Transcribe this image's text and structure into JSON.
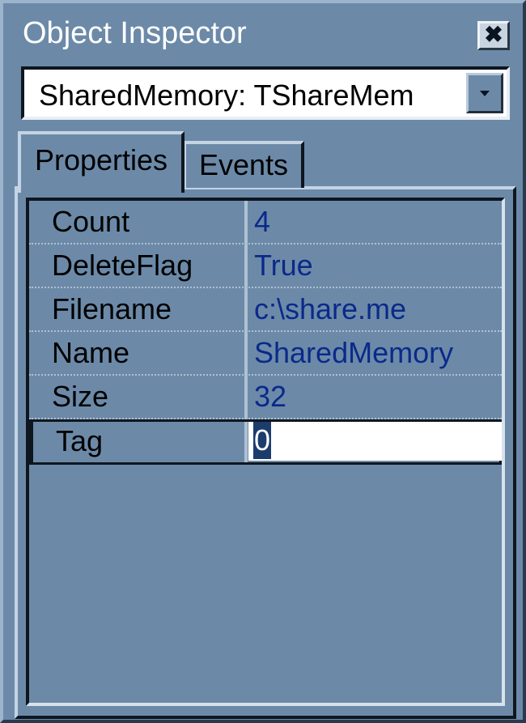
{
  "window": {
    "title": "Object Inspector",
    "close_glyph": "✖"
  },
  "object_selector": {
    "value": "SharedMemory: TShareMem"
  },
  "tabs": [
    {
      "label": "Properties",
      "active": true
    },
    {
      "label": "Events",
      "active": false
    }
  ],
  "properties": [
    {
      "name": "Count",
      "value": "4"
    },
    {
      "name": "DeleteFlag",
      "value": "True"
    },
    {
      "name": "Filename",
      "value": "c:\\share.me"
    },
    {
      "name": "Name",
      "value": "SharedMemory"
    },
    {
      "name": "Size",
      "value": "32"
    },
    {
      "name": "Tag",
      "value": "0"
    }
  ],
  "colors": {
    "window_bg": "#6c8aa8",
    "value_text": "#0a2a8a"
  },
  "icons": {
    "close": "close-icon",
    "dropdown": "chevron-down-icon"
  }
}
